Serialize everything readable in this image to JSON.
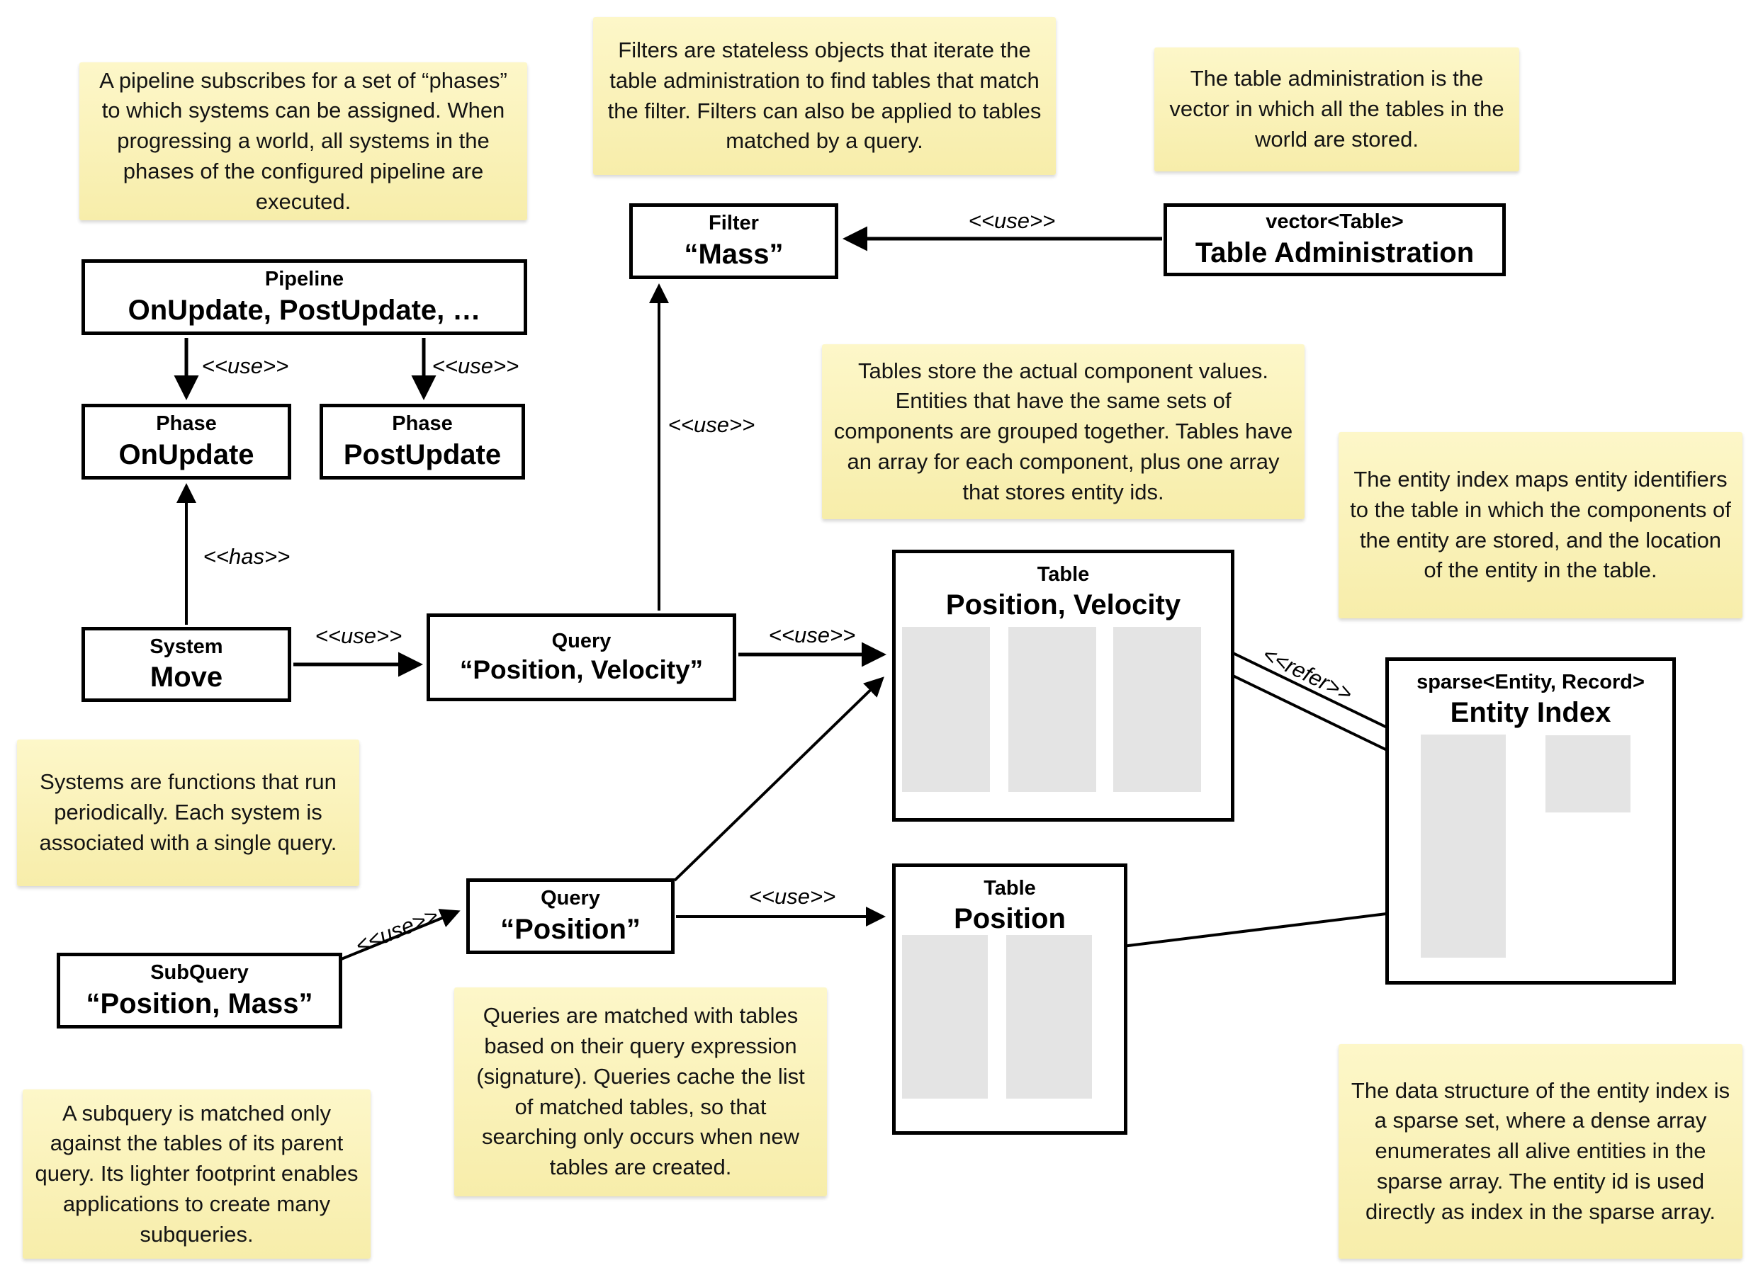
{
  "title": "ECS world architecture diagram",
  "colors": {
    "note_background": "#F8EFAD",
    "node_background": "#FFFFFF",
    "node_border": "#000000",
    "slot_fill": "#E4E4E4",
    "connector": "#000000"
  },
  "notes": {
    "pipeline": "A pipeline subscribes for a set of “phases” to which systems can be assigned. When progressing a world, all systems in the phases of the configured pipeline are executed.",
    "filters": "Filters are stateless objects that iterate the table administration to find tables that match the filter. Filters can also be applied to tables matched by a query.",
    "table_admin": "The table administration is the vector in which all the tables in the world are stored.",
    "tables": "Tables store the actual component values. Entities that have the same sets of components are grouped together. Tables have an array for each component, plus one array that stores entity ids.",
    "entity_index": "The entity index maps entity identifiers to the table in which the components of the entity are stored, and the location of the entity in the table.",
    "systems": "Systems are functions that run periodically. Each system is associated with a single query.",
    "queries": "Queries are matched with tables based on their query expression (signature). Queries cache the list of matched tables, so that searching only occurs when new tables are created.",
    "subquery": "A subquery is matched only against the tables of its parent query. Its lighter footprint enables applications to create many subqueries.",
    "sparse_set": "The data structure of the entity index is a sparse set, where a dense array enumerates all alive entities in the sparse array. The entity id is used directly as index in the sparse array."
  },
  "nodes": {
    "pipeline": {
      "type": "Pipeline",
      "name": "OnUpdate, PostUpdate, …"
    },
    "phase_onupdate": {
      "type": "Phase",
      "name": "OnUpdate"
    },
    "phase_postupdate": {
      "type": "Phase",
      "name": "PostUpdate"
    },
    "filter_mass": {
      "type": "Filter",
      "name": "“Mass”"
    },
    "table_admin": {
      "type": "vector<Table>",
      "name": "Table Administration"
    },
    "system_move": {
      "type": "System",
      "name": "Move"
    },
    "query_pos_vel": {
      "type": "Query",
      "name": "“Position, Velocity”"
    },
    "query_pos": {
      "type": "Query",
      "name": "“Position”"
    },
    "subquery_pos_mass": {
      "type": "SubQuery",
      "name": "“Position, Mass”"
    },
    "table_pos_vel": {
      "type": "Table",
      "name": "Position, Velocity"
    },
    "table_pos": {
      "type": "Table",
      "name": "Position"
    },
    "entity_index": {
      "type": "sparse<Entity, Record>",
      "name": "Entity Index"
    }
  },
  "edge_labels": {
    "use": "<<use>>",
    "has": "<<has>>",
    "refer": "<<refer>>"
  }
}
